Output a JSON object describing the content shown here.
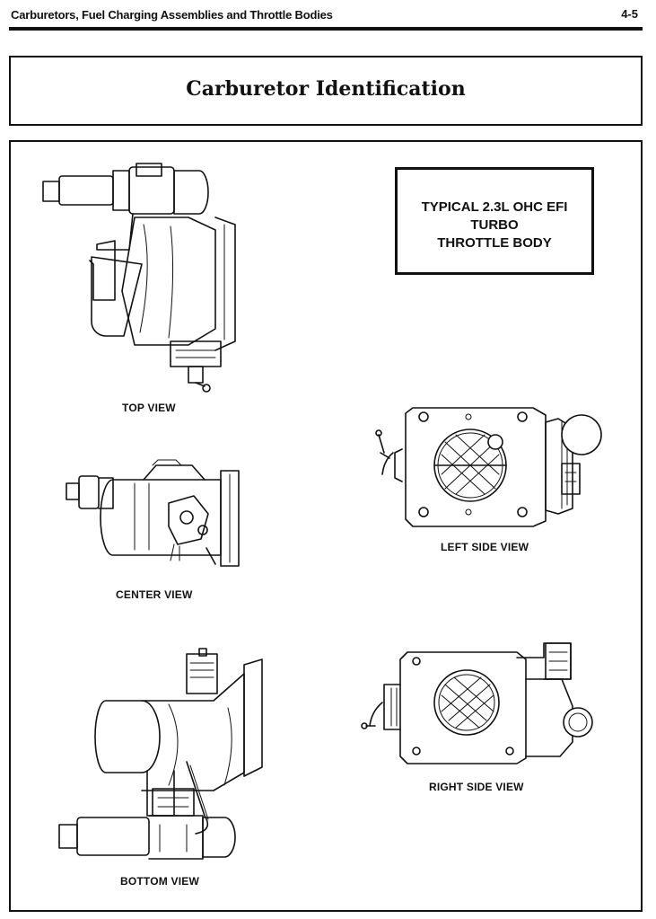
{
  "header": {
    "section_title": "Carburetors, Fuel Charging Assemblies and Throttle Bodies",
    "page_number": "4-5"
  },
  "page_title": "Carburetor Identification",
  "callout": "TYPICAL 2.3L OHC EFI\nTURBO\nTHROTTLE BODY",
  "views": {
    "top": "TOP VIEW",
    "center": "CENTER VIEW",
    "bottom": "BOTTOM VIEW",
    "left_side": "LEFT SIDE VIEW",
    "right_side": "RIGHT SIDE VIEW"
  }
}
